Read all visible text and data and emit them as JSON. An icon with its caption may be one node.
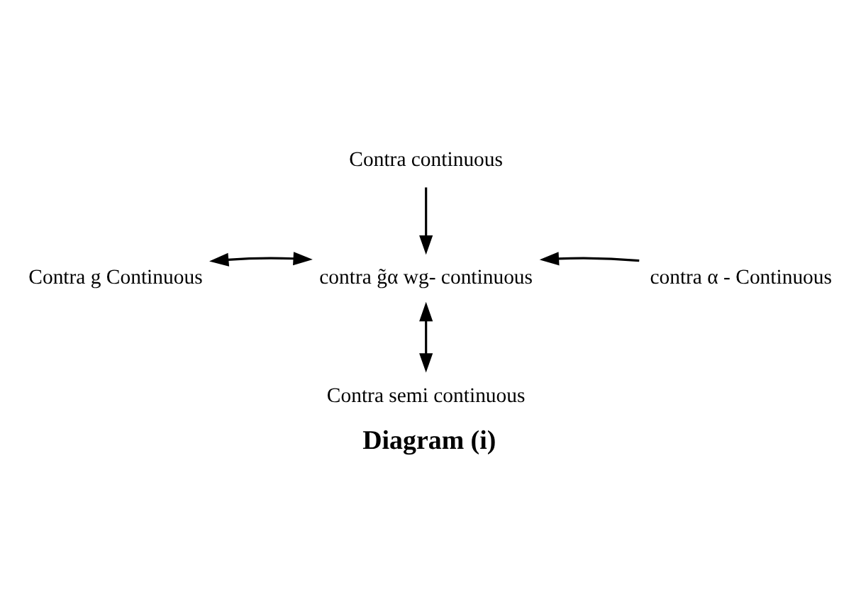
{
  "diagram": {
    "caption": "Diagram (i)",
    "nodes": [
      {
        "text": [
          "Contra continuous"
        ]
      },
      {
        "text": [
          "Contra g Continuous"
        ]
      },
      {
        "text": [
          "contra g̃α wg- continuous"
        ]
      },
      {
        "text": [
          "contra α - Continuous"
        ]
      },
      {
        "text": [
          "Contra semi continuous"
        ]
      }
    ],
    "edges": [
      {
        "from": 0,
        "to": 2,
        "arrow": "to"
      },
      {
        "from": 1,
        "to": 2,
        "arrow": "both"
      },
      {
        "from": 3,
        "to": 2,
        "arrow": "to"
      },
      {
        "from": 2,
        "to": 4,
        "arrow": "both"
      }
    ]
  }
}
